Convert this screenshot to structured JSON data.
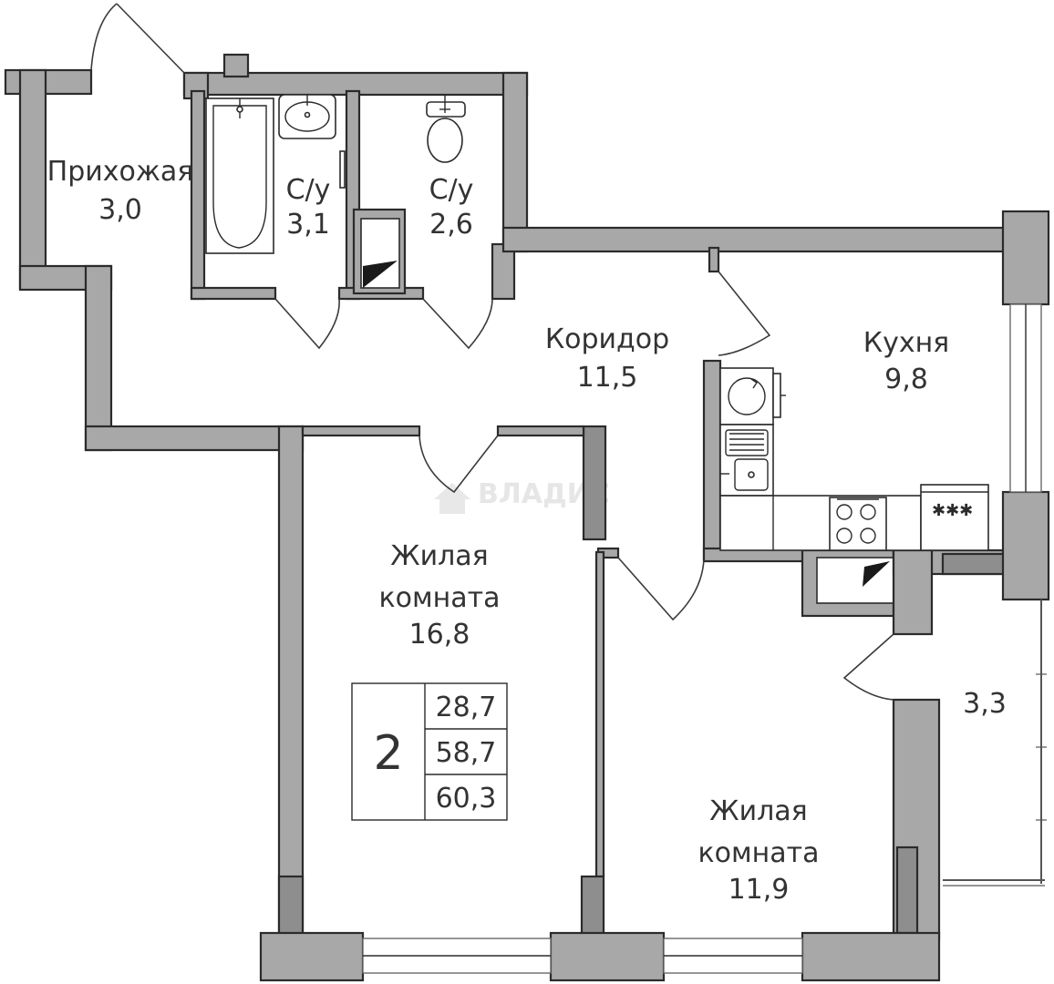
{
  "rooms": {
    "hallway": {
      "name": "Прихожая",
      "area": "3,0"
    },
    "bathroom1": {
      "name": "С/у",
      "area": "3,1"
    },
    "bathroom2": {
      "name": "С/у",
      "area": "2,6"
    },
    "corridor": {
      "name": "Коридор",
      "area": "11,5"
    },
    "kitchen": {
      "name": "Кухня",
      "area": "9,8"
    },
    "living1": {
      "name_line1": "Жилая",
      "name_line2": "комната",
      "area": "16,8"
    },
    "living2": {
      "name_line1": "Жилая",
      "name_line2": "комната",
      "area": "11,9"
    },
    "balcony": {
      "area": "3,3"
    }
  },
  "summary": {
    "rooms_count": "2",
    "living_area": "28,7",
    "total_area": "58,7",
    "total_with_balcony": "60,3"
  },
  "watermark": "ВЛАДИС",
  "colors": {
    "wall": "#a8a8a8",
    "wall_dark": "#8e8e8e",
    "outline": "#2b2b2b"
  }
}
